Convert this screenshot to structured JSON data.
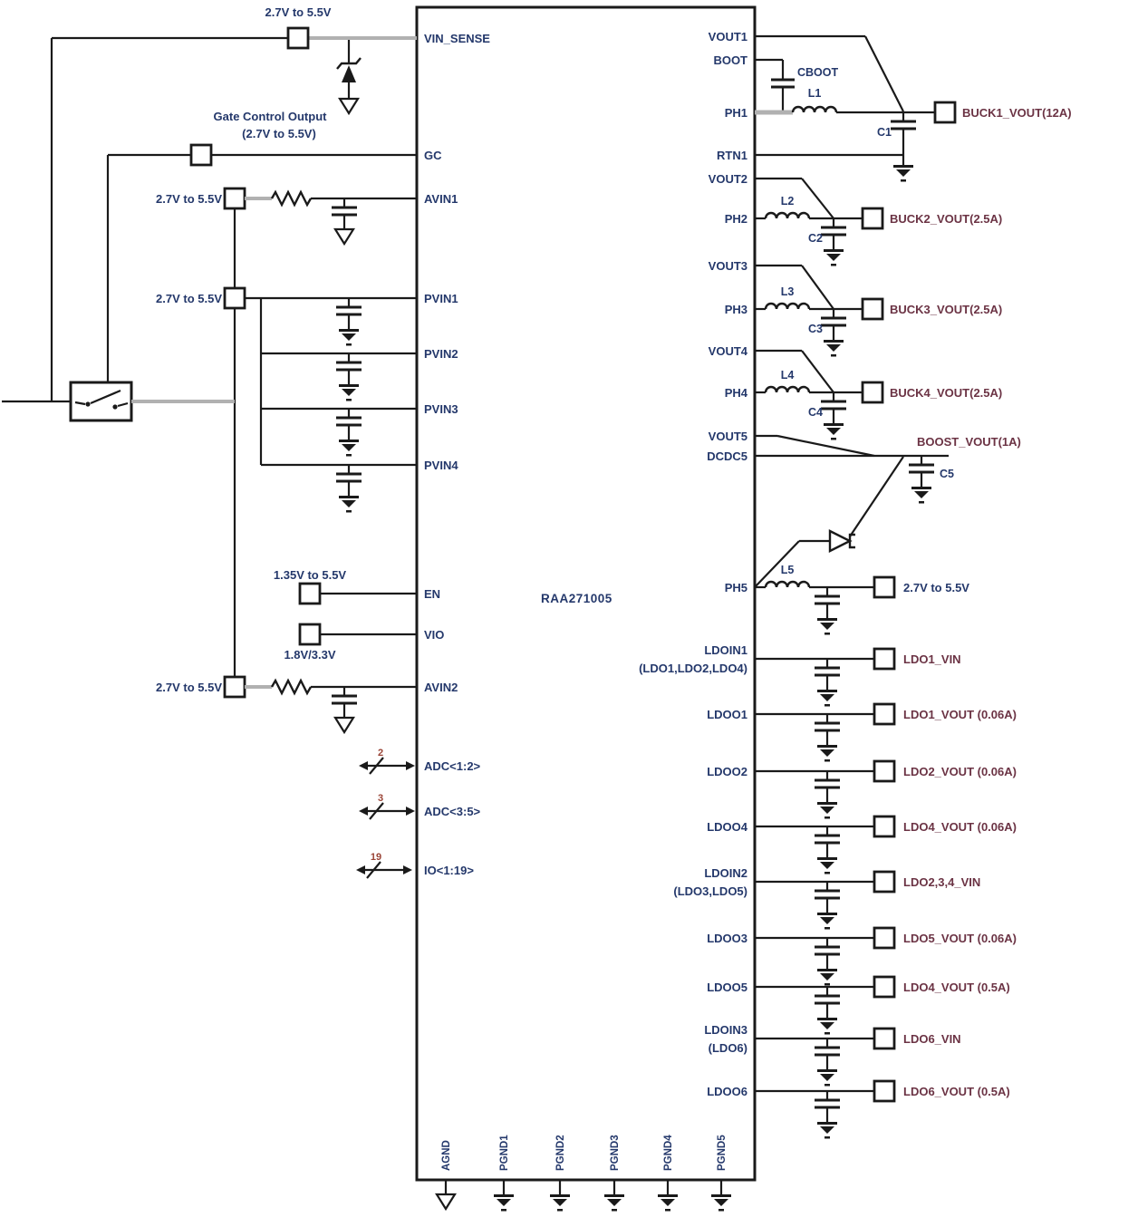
{
  "colors": {
    "wire": "#1a1a1a",
    "high_current_wire": "#b1b1b1",
    "pin_text": "#24386b",
    "external_net_text": "#6b3344"
  },
  "chip": {
    "name": "RAA271005",
    "left_pins": {
      "vin_sense": "VIN_SENSE",
      "gc": "GC",
      "avin1": "AVIN1",
      "pvin1": "PVIN1",
      "pvin2": "PVIN2",
      "pvin3": "PVIN3",
      "pvin4": "PVIN4",
      "en": "EN",
      "vio": "VIO",
      "avin2": "AVIN2",
      "adc12": "ADC<1:2>",
      "adc35": "ADC<3:5>",
      "io": "IO<1:19>"
    },
    "right_pins": {
      "vout1": "VOUT1",
      "boot": "BOOT",
      "ph1": "PH1",
      "rtn1": "RTN1",
      "vout2": "VOUT2",
      "ph2": "PH2",
      "vout3": "VOUT3",
      "ph3": "PH3",
      "vout4": "VOUT4",
      "ph4": "PH4",
      "vout5": "VOUT5",
      "dcdc5": "DCDC5",
      "ph5": "PH5",
      "ldoin1": "LDOIN1",
      "ldoin1_sub": "(LDO1,LDO2,LDO4)",
      "ldoo1": "LDOO1",
      "ldoo2": "LDOO2",
      "ldoo4": "LDOO4",
      "ldoin2": "LDOIN2",
      "ldoin2_sub": "(LDO3,LDO5)",
      "ldoo3": "LDOO3",
      "ldoo5": "LDOO5",
      "ldoin3": "LDOIN3",
      "ldoin3_sub": "(LDO6)",
      "ldoo6": "LDOO6"
    },
    "bottom_pins": {
      "agnd": "AGND",
      "pgnd1": "PGND1",
      "pgnd2": "PGND2",
      "pgnd3": "PGND3",
      "pgnd4": "PGND4",
      "pgnd5": "PGND5"
    }
  },
  "inputs": {
    "vin_top": "2.7V to 5.5V",
    "gate_line1": "Gate Control Output",
    "gate_line2": "(2.7V to 5.5V)",
    "avin1": "2.7V to 5.5V",
    "pvin": "2.7V to 5.5V",
    "en": "1.35V to 5.5V",
    "vio": "1.8V/3.3V",
    "avin2": "2.7V to 5.5V"
  },
  "outputs": {
    "buck1": "BUCK1_VOUT(12A)",
    "buck2": "BUCK2_VOUT(2.5A)",
    "buck3": "BUCK3_VOUT(2.5A)",
    "buck4": "BUCK4_VOUT(2.5A)",
    "boost": "BOOST_VOUT(1A)",
    "boost_in": "2.7V to 5.5V",
    "ldo1_vin": "LDO1_VIN",
    "ldo1_vout": "LDO1_VOUT (0.06A)",
    "ldo2_vout": "LDO2_VOUT (0.06A)",
    "ldo4_vout": "LDO4_VOUT (0.06A)",
    "ldo234_vin": "LDO2,3,4_VIN",
    "ldo5_vout": "LDO5_VOUT (0.06A)",
    "ldo4_vout_hc": "LDO4_VOUT (0.5A)",
    "ldo6_vin": "LDO6_VIN",
    "ldo6_vout": "LDO6_VOUT (0.5A)"
  },
  "components": {
    "cboot": "CBOOT",
    "l1": "L1",
    "c1": "C1",
    "l2": "L2",
    "c2": "C2",
    "l3": "L3",
    "c3": "C3",
    "l4": "L4",
    "c4": "C4",
    "c5": "C5",
    "l5": "L5"
  },
  "bus": {
    "adc12": "2",
    "adc35": "3",
    "io": "19"
  }
}
